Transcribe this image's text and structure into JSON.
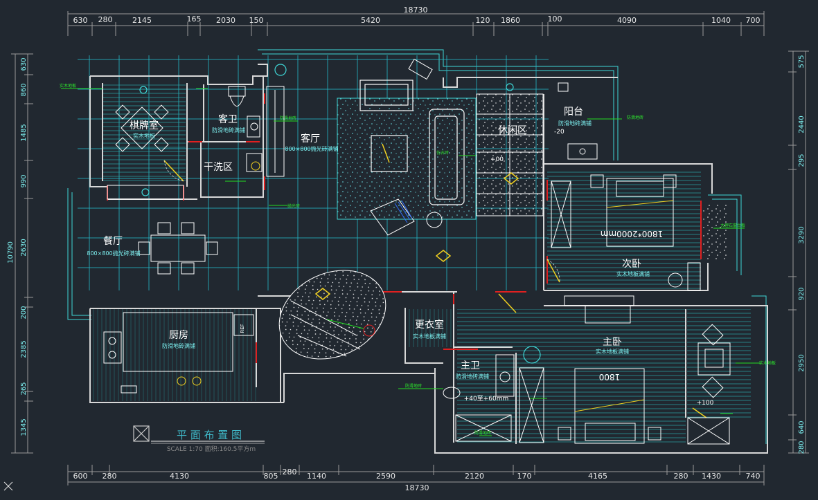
{
  "colors": {
    "background": "#212830",
    "wall": "#d8d8d8",
    "cyan": "#3fd8d8",
    "red": "#e02020",
    "green": "#22dd22",
    "yellow": "#f0d020",
    "blue": "#3070ff"
  },
  "dims": {
    "top_total": "18730",
    "top": [
      "630",
      "280",
      "2145",
      "165",
      "2030",
      "150",
      "5420",
      "120",
      "1860",
      "100",
      "4090",
      "1040",
      "700"
    ],
    "bottom_total": "18730",
    "bottom": [
      "600",
      "280",
      "4130",
      "805",
      "280",
      "1140",
      "2590",
      "2120",
      "170",
      "4165",
      "280",
      "1430",
      "740"
    ],
    "left_total": "10790",
    "left": [
      "630",
      "860",
      "1485",
      "990",
      "2630",
      "200",
      "2385",
      "265",
      "1345"
    ],
    "right": [
      "575",
      "2440",
      "295",
      "3290",
      "920",
      "2950",
      "640",
      "280"
    ]
  },
  "rooms": {
    "chess": {
      "name": "棋牌室",
      "floor": "实木地板"
    },
    "guest_bath": {
      "name": "客卫",
      "floor": "防滑地砖满铺"
    },
    "living": {
      "name": "客厅",
      "floor": "800×800抛光砖满铺"
    },
    "leisure": {
      "name": "休闲区"
    },
    "balcony": {
      "name": "阳台",
      "floor": "防滑地砖满铺"
    },
    "wash": {
      "name": "干洗区"
    },
    "dining": {
      "name": "餐厅",
      "floor": "800×800抛光砖满铺"
    },
    "second_bed": {
      "name": "次卧",
      "floor": "实木地板满铺"
    },
    "cloak": {
      "name": "更衣室",
      "floor": "实木地板满铺"
    },
    "master_bed": {
      "name": "主卧",
      "floor": "实木地板满铺"
    },
    "kitchen": {
      "name": "厨房",
      "floor": "防滑地砖满铺"
    },
    "master_bath": {
      "name": "主卫",
      "floor": "防滑地砖满铺"
    }
  },
  "levels": {
    "balcony": "-20",
    "leisure": "+00",
    "master_bath": "+40至+60mm",
    "master_bed": "+100"
  },
  "furniture": {
    "bed_second": "1800*2000mm",
    "bed_master": "1800",
    "fridge": "REF"
  },
  "title": {
    "main": "平 面 布 置 图",
    "scale": "SCALE 1:70 面积:160.5平方m"
  }
}
